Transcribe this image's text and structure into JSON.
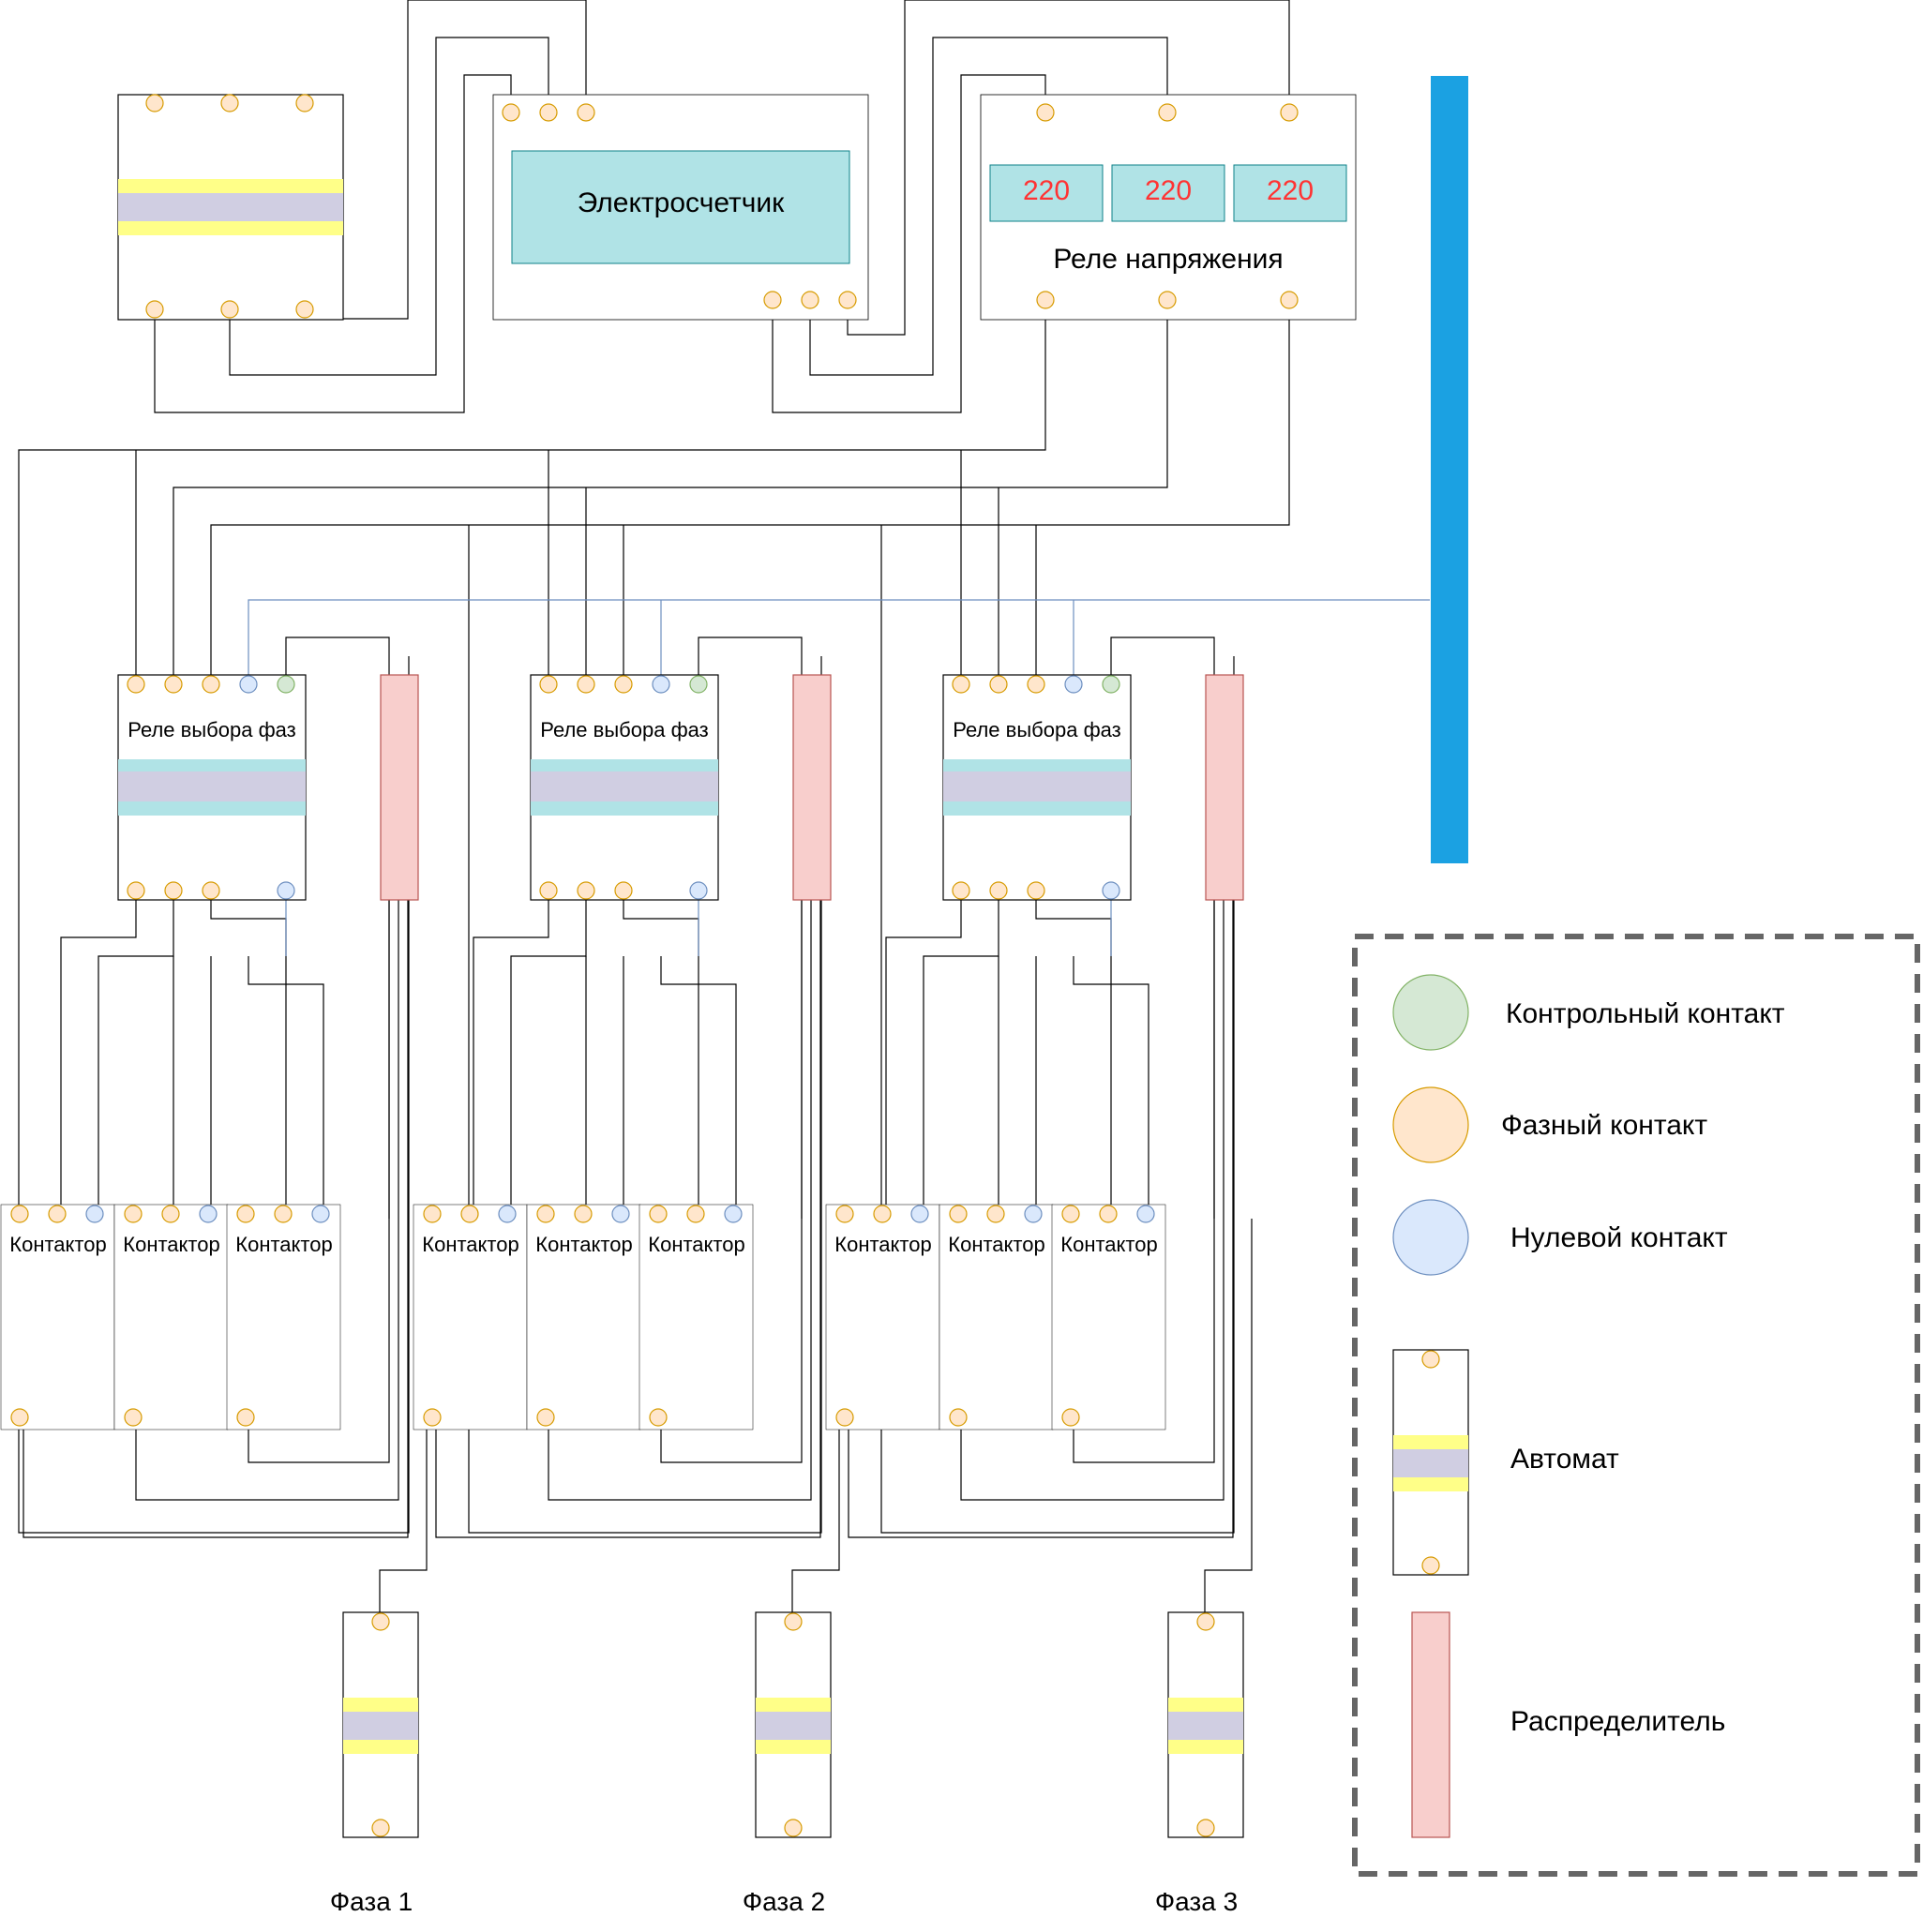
{
  "meter": {
    "label": "Электросчетчик"
  },
  "voltage_relay": {
    "label": "Реле напряжения",
    "readings": [
      "220",
      "220",
      "220"
    ]
  },
  "phase_relays": [
    {
      "label": "Реле выбора фаз"
    },
    {
      "label": "Реле выбора фаз"
    },
    {
      "label": "Реле выбора фаз"
    }
  ],
  "contactor_label": "Контактор",
  "phases": [
    "Фаза 1",
    "Фаза 2",
    "Фаза 3"
  ],
  "legend": {
    "control": "Контрольный контакт",
    "phase": "Фазный контакт",
    "neutral": "Нулевой контакт",
    "breaker": "Автомат",
    "distributor": "Распределитель"
  },
  "colors": {
    "phase_fill": "#ffe6cc",
    "phase_stroke": "#d79b00",
    "neutral_fill": "#dae8fc",
    "neutral_stroke": "#6c8ebf",
    "control_fill": "#d5e8d4",
    "control_stroke": "#82b366",
    "distributor_fill": "#f8cecc",
    "distributor_stroke": "#b85450",
    "bus_bar": "#1ba1e2",
    "display_fill": "#b0e3e6",
    "display_stroke": "#0e8088",
    "reading_text": "#ff3333",
    "yellow_band": "#ffff88",
    "lavender_band": "#d0cee2",
    "neutral_wire": "#6c8ebf",
    "legend_border": "#666666"
  }
}
